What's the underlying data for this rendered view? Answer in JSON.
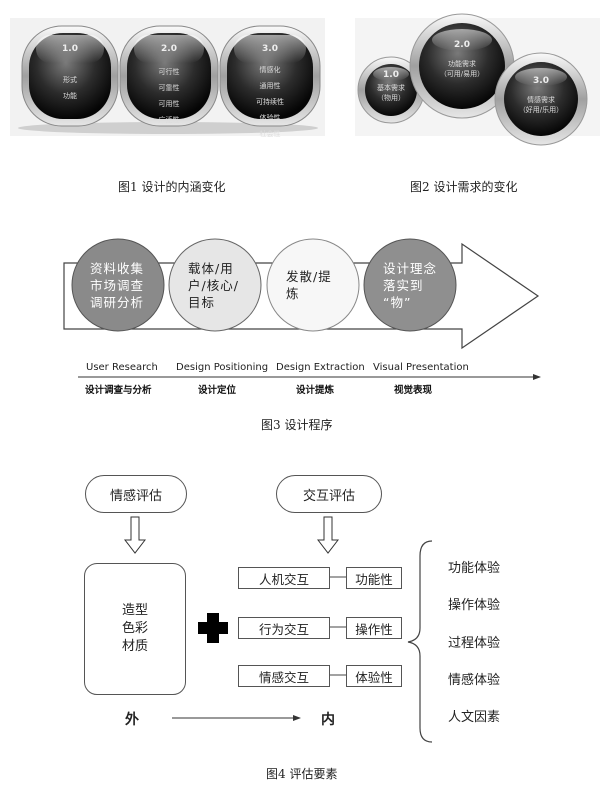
{
  "figure1": {
    "caption": "图1  设计的内涵变化",
    "stages": [
      {
        "version": "1.0",
        "lines": [
          "形式",
          "功能"
        ]
      },
      {
        "version": "2.0",
        "lines": [
          "可行性",
          "可靠性",
          "可用性",
          "广泛性"
        ]
      },
      {
        "version": "3.0",
        "lines": [
          "情感化",
          "通用性",
          "可持续性",
          "体验性",
          "社会性"
        ]
      }
    ]
  },
  "figure2": {
    "caption": "图2  设计需求的变化",
    "balls": [
      {
        "version": "1.0",
        "title": "基本需求",
        "sub": "（物用）"
      },
      {
        "version": "2.0",
        "title": "功能需求",
        "sub": "（可用/易用）"
      },
      {
        "version": "3.0",
        "title": "情感需求",
        "sub": "（好用/乐用）"
      }
    ]
  },
  "figure3": {
    "caption": "图3 设计程序",
    "circles": [
      {
        "text": "资料收集\n市场调查\n调研分析"
      },
      {
        "text": "载体/用\n户/核心/\n目标"
      },
      {
        "text": "发散/提\n炼"
      },
      {
        "text": "设计理念\n落实到\n“物”"
      }
    ],
    "stages": [
      {
        "en": "User Research",
        "cn": "设计调查与分析"
      },
      {
        "en": "Design Positioning",
        "cn": "设计定位"
      },
      {
        "en": "Design Extraction",
        "cn": "设计提炼"
      },
      {
        "en": "Visual Presentation",
        "cn": "视觉表现"
      }
    ]
  },
  "figure4": {
    "caption": "图4  评估要素",
    "emotional_eval": "情感评估",
    "interaction_eval": "交互评估",
    "external_box": "造型\n色彩\n材质",
    "outer_label": "外",
    "inner_label": "内",
    "rows": [
      {
        "left": "人机交互",
        "right": "功能性"
      },
      {
        "left": "行为交互",
        "right": "操作性"
      },
      {
        "left": "情感交互",
        "right": "体验性"
      }
    ],
    "experiences": [
      "功能体验",
      "操作体验",
      "过程体验",
      "情感体验",
      "人文因素"
    ]
  }
}
